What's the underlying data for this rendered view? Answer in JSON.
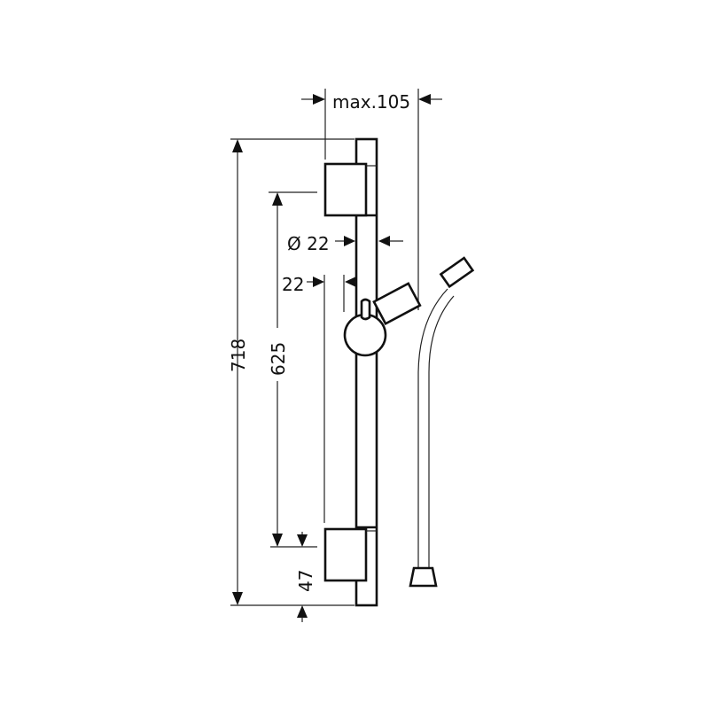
{
  "drawing": {
    "dimensions": {
      "max_projection": "max.105",
      "rail_diameter": "Ø 22",
      "offset": "22",
      "total_height": "718",
      "bracket_spacing": "625",
      "bottom_offset": "47"
    }
  }
}
